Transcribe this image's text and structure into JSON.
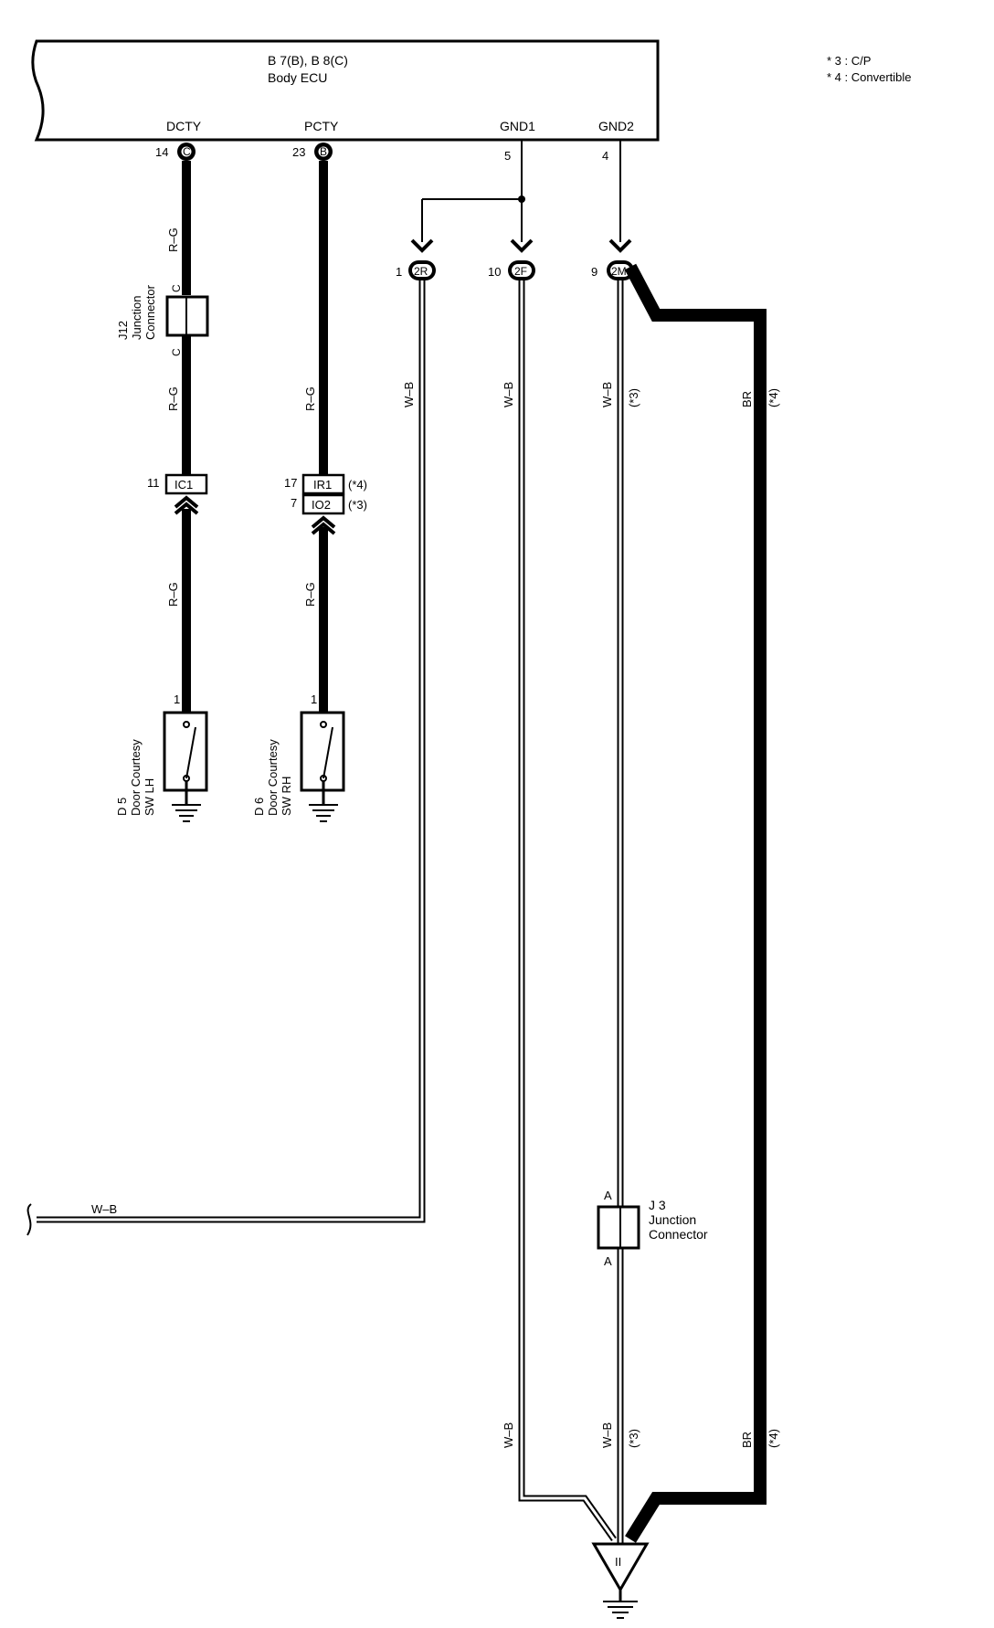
{
  "ecu": {
    "ref": "B 7(B), B 8(C)",
    "name": "Body ECU",
    "terminals": {
      "dcty": "DCTY",
      "pcty": "PCTY",
      "gnd1": "GND1",
      "gnd2": "GND2"
    },
    "pins": {
      "dcty_num": "14",
      "dcty_conn": "C",
      "pcty_num": "23",
      "pcty_conn": "B",
      "gnd1_num": "5",
      "gnd2_num": "4"
    }
  },
  "legend": {
    "note3": "* 3 : C/P",
    "note4": "* 4 : Convertible"
  },
  "connectors": {
    "c2r_num": "1",
    "c2r": "2R",
    "c2f_num": "10",
    "c2f": "2F",
    "c2m_num": "9",
    "c2m": "2M",
    "ic1_num": "11",
    "ic1": "IC1",
    "ir1_num": "17",
    "ir1": "IR1",
    "ir1_note": "(*4)",
    "io2_num": "7",
    "io2": "IO2",
    "io2_note": "(*3)"
  },
  "j12": {
    "ref": "J12",
    "line1": "Junction",
    "line2": "Connector",
    "pin_top": "C",
    "pin_bottom": "C"
  },
  "j3": {
    "ref": "J 3",
    "line1": "Junction",
    "line2": "Connector",
    "pin_top": "A",
    "pin_bottom": "A"
  },
  "wires": {
    "rg1": "R–G",
    "rg2": "R–G",
    "rg3": "R–G",
    "rg4": "R–G",
    "rg5": "R–G",
    "wb_2r": "W–B",
    "wb_2f": "W–B",
    "wb_2m": "W–B",
    "wb_2m_note": "(*3)",
    "br_top": "BR",
    "br_top_note": "(*4)",
    "wb_left": "W–B",
    "wb_2f_bot": "W–B",
    "wb_2m_bot": "W–B",
    "wb_2m_bot_note": "(*3)",
    "br_bot": "BR",
    "br_bot_note": "(*4)"
  },
  "switches": {
    "lh_ref": "D 5",
    "lh_line1": "Door Courtesy",
    "lh_line2": "SW LH",
    "lh_pin": "1",
    "rh_ref": "D 6",
    "rh_line1": "Door Courtesy",
    "rh_line2": "SW RH",
    "rh_pin": "1"
  },
  "ground_point": {
    "label": "II"
  }
}
